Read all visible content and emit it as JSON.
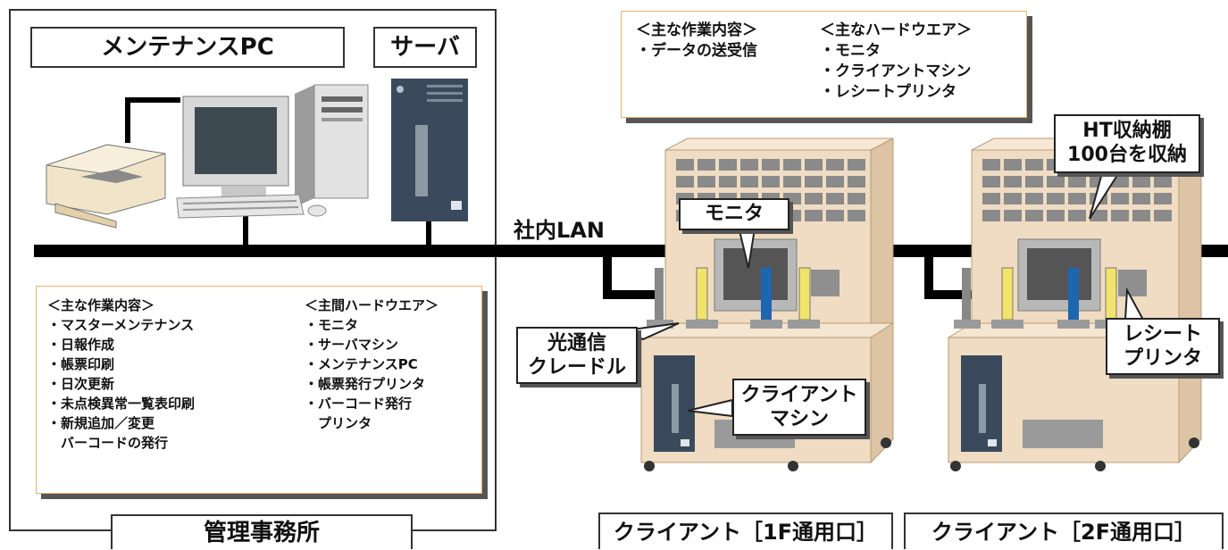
{
  "office": {
    "maintenance_pc_title": "メンテナンスPC",
    "server_title": "サーバ",
    "footer_title": "管理事務所",
    "tasks_header": "＜主な作業内容＞",
    "tasks": [
      "・マスターメンテナンス",
      "・日報作成",
      "・帳票印刷",
      "・日次更新",
      "・未点検異常一覧表印刷",
      "・新規追加／変更",
      "　バーコードの発行"
    ],
    "hardware_header": "＜主間ハードウエア＞",
    "hardware": [
      "・モニタ",
      "・サーバマシン",
      "・メンテナンスPC",
      "・帳票発行プリンタ",
      "・バーコード発行",
      "　プリンタ"
    ]
  },
  "lan_label": "社内LAN",
  "client_info": {
    "tasks_header": "＜主な作業内容＞",
    "tasks": [
      "・データの送受信"
    ],
    "hardware_header": "＜主なハードウエア＞",
    "hardware": [
      "・モニタ",
      "・クライアントマシン",
      "・レシートプリンタ"
    ]
  },
  "callouts": {
    "monitor": "モニタ",
    "optical_cradle": [
      "光通信",
      "クレードル"
    ],
    "client_machine": [
      "クライアント",
      "マシン"
    ],
    "ht_shelf": [
      "HT収納棚",
      "100台を収納"
    ],
    "receipt_printer": [
      "レシート",
      "プリンタ"
    ]
  },
  "clients": [
    {
      "title": "クライアント［1F通用口］"
    },
    {
      "title": "クライアント［2F通用口］"
    }
  ],
  "colors": {
    "cabinet": "#efdcc2",
    "cabinet_shade": "#dcc4a4",
    "shelf_grid": "#8a8a8a",
    "server": "#3a4a5c",
    "cradle_yellow": "#f2e36a",
    "cradle_blue": "#1e66b0",
    "monitor_frame": "#b8b8b8",
    "lan": "#000000",
    "box_border": "#f0b070"
  }
}
